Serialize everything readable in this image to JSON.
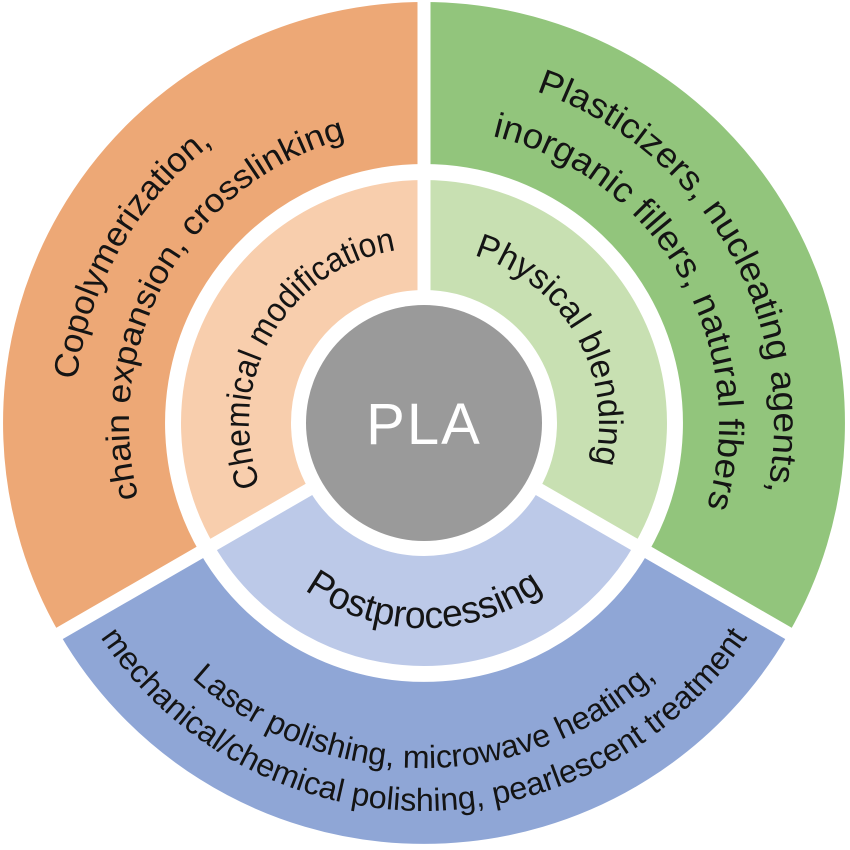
{
  "figure": {
    "center_label": "PLA"
  },
  "colors": {
    "center_gray": "#9A9A9A",
    "background": "#FFFFFF",
    "divider": "#FFFFFF",
    "text": "#141414",
    "center_text": "#FFFFFF"
  },
  "sectors": [
    {
      "name": "Chemical modification",
      "inner_label": "Chemical modification",
      "outer_line1": "Copolymerization,",
      "outer_line2": "chain expansion, crosslinking",
      "inner_color": "#F8CEAD",
      "outer_color": "#EDA876"
    },
    {
      "name": "Physical blending",
      "inner_label": "Physical blending",
      "outer_line1": "Plasticizers, nucleating agents,",
      "outer_line2": "inorganic fillers, natural fibers",
      "inner_color": "#C8E0B2",
      "outer_color": "#92C57C"
    },
    {
      "name": "Postprocessing",
      "inner_label": "Postprocessing",
      "outer_line1": "Laser polishing, microwave heating,",
      "outer_line2": "mechanical/chemical polishing, pearlescent treatment",
      "inner_color": "#BCC9E8",
      "outer_color": "#8FA6D6"
    }
  ]
}
